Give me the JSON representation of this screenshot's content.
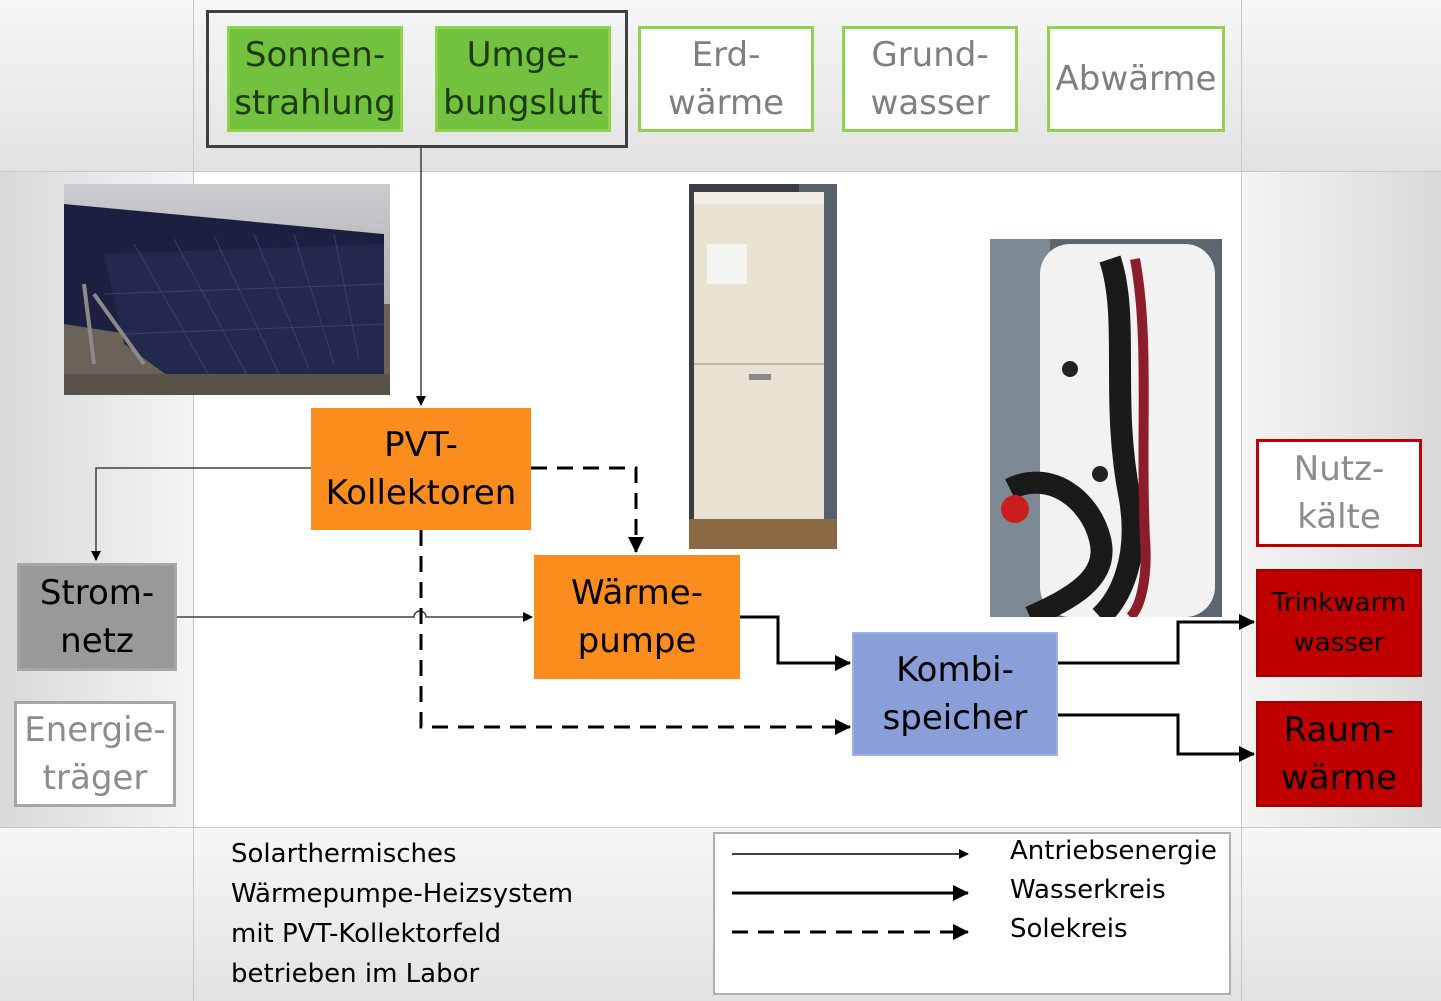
{
  "sources": {
    "sonnenstrahlung": "Sonnen-\nstrahlung",
    "umgebungsluft": "Umge-\nbungsluft",
    "erdwaerme": "Erd-\nwärme",
    "grundwasser": "Grund-\nwasser",
    "abwaerme": "Abwärme"
  },
  "components": {
    "pvt": "PVT-\nKollektoren",
    "waermepumpe": "Wärme-\npumpe",
    "kombispeicher": "Kombi-\nspeicher",
    "stromnetz": "Strom-\nnetz",
    "energietraeger": "Energie-\nträger"
  },
  "outputs": {
    "nutzkaelte": "Nutz-\nkälte",
    "trinkwarmwasser": "Trinkwarm\nwasser",
    "raumwaerme": "Raum-\nwärme"
  },
  "description": "Solarthermisches\nWärmepumpe-Heizsystem\nmit PVT-Kollektorfeld\nbetrieben im Labor",
  "legend": {
    "antriebsenergie": "Antriebsenergie",
    "wasserkreis": "Wasserkreis",
    "solekreis": "Solekreis"
  },
  "colors": {
    "green": "#72c13f",
    "orange": "#fb8c1e",
    "blue": "#8a9fd8",
    "red": "#c00000",
    "gray": "#999999"
  }
}
